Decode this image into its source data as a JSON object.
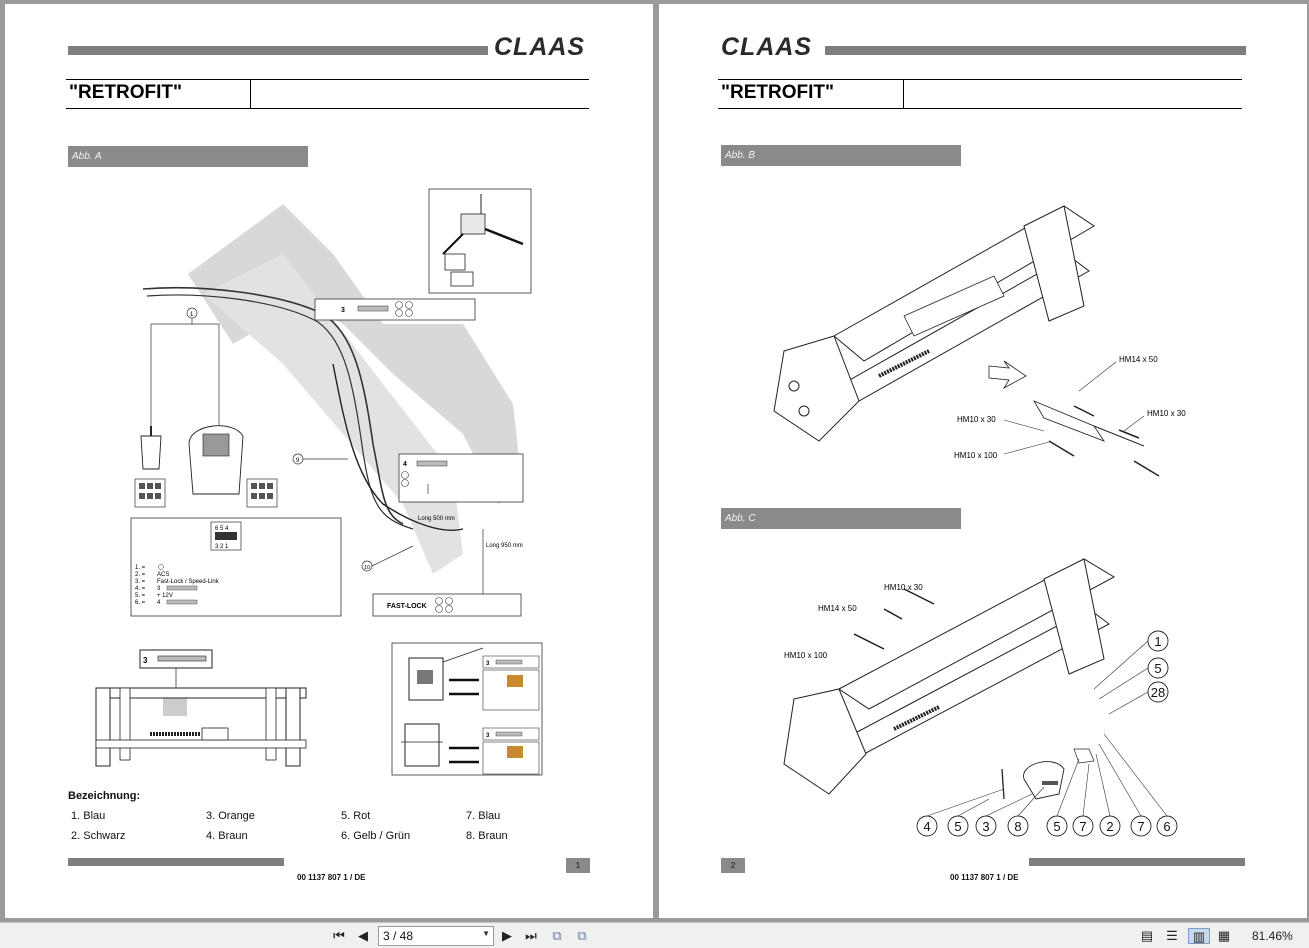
{
  "brand": "CLAAS",
  "left_page": {
    "header_title": "\"RETROFIT\"",
    "figure_label": "Abb. A",
    "legend_title": "Bezeichnung:",
    "legend": [
      {
        "label": "1. Blau"
      },
      {
        "label": "2. Schwarz"
      },
      {
        "label": "3. Orange"
      },
      {
        "label": "4. Braun"
      },
      {
        "label": "5. Rot"
      },
      {
        "label": "6. Gelb / Grün"
      },
      {
        "label": "7. Blau"
      },
      {
        "label": "8. Braun"
      }
    ],
    "page_number": "1",
    "doc_code": "00 1137 807 1 / DE",
    "fig_text": {
      "long500": "Long 500 mm",
      "long950": "Long 950 mm",
      "fastlock": "FAST-LOCK",
      "three": "3",
      "four": "4",
      "callout1": "1",
      "callout9": "9",
      "callout10": "10",
      "box_lines": [
        "1. =",
        "2. =",
        "3. =",
        "4. =",
        "5. =",
        "6. ="
      ],
      "box_vals": [
        "ACS",
        "Fast-Lock / Speed-Link",
        "3",
        "+ 12V",
        "4"
      ],
      "pins_top": "6 5 4",
      "pins_bot": "3 2 1"
    }
  },
  "right_page": {
    "header_title": "\"RETROFIT\"",
    "figure_b_label": "Abb. B",
    "figure_c_label": "Abb. C",
    "page_number": "2",
    "doc_code": "00 1137 807 1 / DE",
    "fig_b_labels": [
      "HM14 x 50",
      "HM10 x 30",
      "HM10 x 30",
      "HM10 x 100"
    ],
    "fig_c_labels": [
      "HM10 x 30",
      "HM14 x 50",
      "HM10 x 100"
    ],
    "fig_c_callouts_right": [
      "1",
      "5",
      "28"
    ],
    "fig_c_callouts_bottom": [
      "4",
      "5",
      "3",
      "8",
      "5",
      "7",
      "2",
      "7",
      "6"
    ]
  },
  "toolbar": {
    "page_field": "3 / 48",
    "zoom": "81.46%",
    "icons": [
      "first-page-icon",
      "previous-page-icon",
      "next-page-icon",
      "last-page-icon",
      "back-view-icon",
      "forward-view-icon",
      "single-page-icon",
      "continuous-icon",
      "facing-icon",
      "continuous-facing-icon"
    ]
  }
}
